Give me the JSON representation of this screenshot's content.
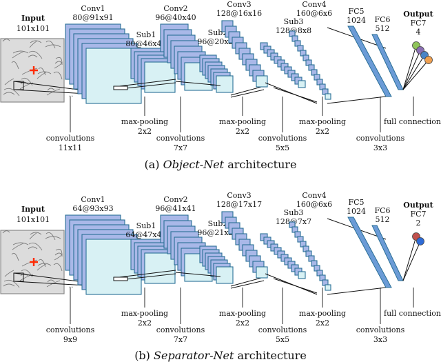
{
  "panels": [
    {
      "id": "a",
      "input": {
        "label": "Input",
        "size": "101x101"
      },
      "layers": [
        {
          "name": "Conv1",
          "dims": "80@91x91"
        },
        {
          "name": "Sub1",
          "dims": "80@46x46"
        },
        {
          "name": "Conv2",
          "dims": "96@40x40"
        },
        {
          "name": "Sub2",
          "dims": "96@20x20"
        },
        {
          "name": "Conv3",
          "dims": "128@16x16"
        },
        {
          "name": "Sub3",
          "dims": "128@8x8"
        },
        {
          "name": "Conv4",
          "dims": "160@6x6"
        },
        {
          "name": "FC5",
          "dims": "1024"
        },
        {
          "name": "FC6",
          "dims": "512"
        }
      ],
      "output": {
        "label": "Output",
        "name": "FC7",
        "size": "4"
      },
      "output_node_colors": [
        "#8fc45a",
        "#8a6fb3",
        "#4a84c6",
        "#f0a050"
      ],
      "ops": [
        {
          "line1": "convolutions",
          "line2": "11x11"
        },
        {
          "line1": "max-pooling",
          "line2": "2x2"
        },
        {
          "line1": "convolutions",
          "line2": "7x7"
        },
        {
          "line1": "max-pooling",
          "line2": "2x2"
        },
        {
          "line1": "convolutions",
          "line2": "5x5"
        },
        {
          "line1": "max-pooling",
          "line2": "2x2"
        },
        {
          "line1": "convolutions",
          "line2": "3x3"
        },
        {
          "line1": "full connection",
          "line2": ""
        }
      ],
      "caption": {
        "prefix": "(a)",
        "name": "Object-Net",
        "suffix": "architecture"
      }
    },
    {
      "id": "b",
      "input": {
        "label": "Input",
        "size": "101x101"
      },
      "layers": [
        {
          "name": "Conv1",
          "dims": "64@93x93"
        },
        {
          "name": "Sub1",
          "dims": "64@47x47"
        },
        {
          "name": "Conv2",
          "dims": "96@41x41"
        },
        {
          "name": "Sub2",
          "dims": "96@21x21"
        },
        {
          "name": "Conv3",
          "dims": "128@17x17"
        },
        {
          "name": "Sub3",
          "dims": "128@7x7"
        },
        {
          "name": "Conv4",
          "dims": "160@6x6"
        },
        {
          "name": "FC5",
          "dims": "1024"
        },
        {
          "name": "FC6",
          "dims": "512"
        }
      ],
      "output": {
        "label": "Output",
        "name": "FC7",
        "size": "2"
      },
      "output_node_colors": [
        "#c0504d",
        "#2e6bd6"
      ],
      "ops": [
        {
          "line1": "convolutions",
          "line2": "9x9"
        },
        {
          "line1": "max-pooling",
          "line2": "2x2"
        },
        {
          "line1": "convolutions",
          "line2": "7x7"
        },
        {
          "line1": "max-pooling",
          "line2": "2x2"
        },
        {
          "line1": "convolutions",
          "line2": "5x5"
        },
        {
          "line1": "max-pooling",
          "line2": "2x2"
        },
        {
          "line1": "convolutions",
          "line2": "3x3"
        },
        {
          "line1": "full connection",
          "line2": ""
        }
      ],
      "caption": {
        "prefix": "(b)",
        "name": "Separator-Net",
        "suffix": "architecture"
      }
    }
  ],
  "colors": {
    "conv_fill": "#a9b8e8",
    "sub_fill": "#cfeef2",
    "front_fill": "#d8f1f4",
    "stroke": "#2a6f96",
    "fc_fill": "#6b9bd6",
    "cross": "#ff2a00"
  }
}
